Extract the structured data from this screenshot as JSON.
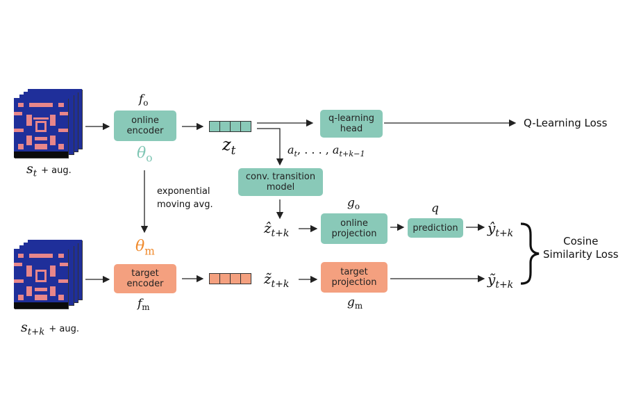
{
  "inputs": {
    "current": {
      "symbol": "s",
      "subscript": "t",
      "suffix": "+ aug."
    },
    "future": {
      "symbol": "s",
      "subscript": "t+k",
      "suffix": "+ aug."
    }
  },
  "online_branch": {
    "encoder": {
      "label_line1": "online",
      "label_line2": "encoder",
      "fn_symbol": "f",
      "fn_sub": "o",
      "param_symbol": "θ",
      "param_sub": "o"
    },
    "latent": {
      "symbol": "z",
      "subscript": "t"
    },
    "q_head": {
      "label_line1": "q-learning",
      "label_line2": "head"
    },
    "q_loss": "Q-Learning Loss",
    "actions": {
      "text_a": "a",
      "sub_start": "t",
      "ellipsis": ", . . . , ",
      "sub_end": "t+k−1"
    },
    "transition": {
      "label_line1": "conv. transition",
      "label_line2": "model"
    },
    "z_hat": {
      "symbol": "ẑ",
      "subscript": "t+k"
    },
    "projection": {
      "label_line1": "online",
      "label_line2": "projection",
      "fn_symbol": "g",
      "fn_sub": "o"
    },
    "prediction": {
      "label": "prediction",
      "fn_symbol": "q"
    },
    "y_hat": {
      "symbol": "ŷ",
      "subscript": "t+k"
    }
  },
  "ema": {
    "label_line1": "exponential",
    "label_line2": "moving avg."
  },
  "target_branch": {
    "encoder": {
      "label_line1": "target",
      "label_line2": "encoder",
      "fn_symbol": "f",
      "fn_sub": "m",
      "param_symbol": "θ",
      "param_sub": "m"
    },
    "z_tilde": {
      "symbol": "z̃",
      "subscript": "t+k"
    },
    "projection": {
      "label_line1": "target",
      "label_line2": "projection",
      "fn_symbol": "g",
      "fn_sub": "m"
    },
    "y_tilde": {
      "symbol": "ỹ",
      "subscript": "t+k"
    }
  },
  "cosine_loss": {
    "line1": "Cosine",
    "line2": "Similarity Loss"
  },
  "colors": {
    "online": "#89c9b8",
    "target": "#f4a07f",
    "theta_online": "#7fc6b4",
    "theta_target": "#f08a2c",
    "maze_bg": "#1f2f9a",
    "maze_wall": "#e8868a"
  }
}
